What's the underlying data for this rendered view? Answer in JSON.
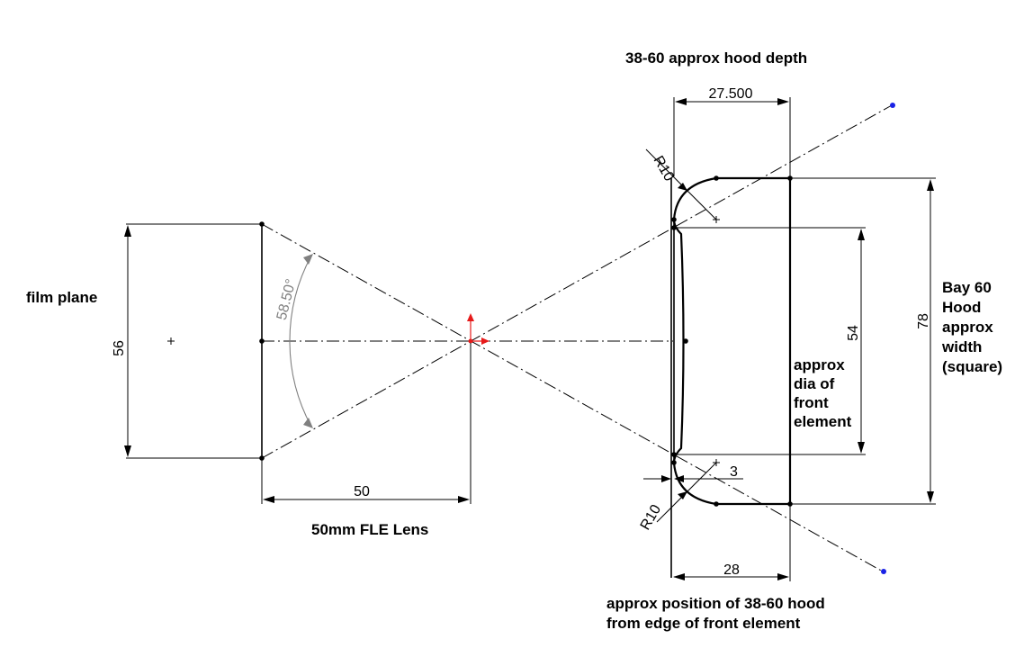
{
  "diagram": {
    "dimensions": {
      "film_height": "56",
      "lens_fle": "50",
      "angle": "58.50°",
      "hood_depth": "27.500",
      "hood_position": "28",
      "front_element_dia": "54",
      "hood_width": "78",
      "radius_top": "R10",
      "radius_bottom": "R10",
      "offset": "3"
    },
    "labels": {
      "film_plane": "film plane",
      "lens": "50mm FLE Lens",
      "hood_depth_title": "38-60 approx hood depth",
      "front_element": [
        "approx",
        "dia of",
        "front",
        "element"
      ],
      "hood_width_note": [
        "Bay 60",
        "Hood",
        "approx",
        "width",
        "(square)"
      ],
      "hood_position_note": [
        "approx position of 38-60 hood",
        "from edge of front element"
      ]
    },
    "colors": {
      "line": "#000000",
      "angle_dim": "#808080",
      "endpoint": "#1a22e6",
      "origin": "#e61a1a"
    }
  }
}
